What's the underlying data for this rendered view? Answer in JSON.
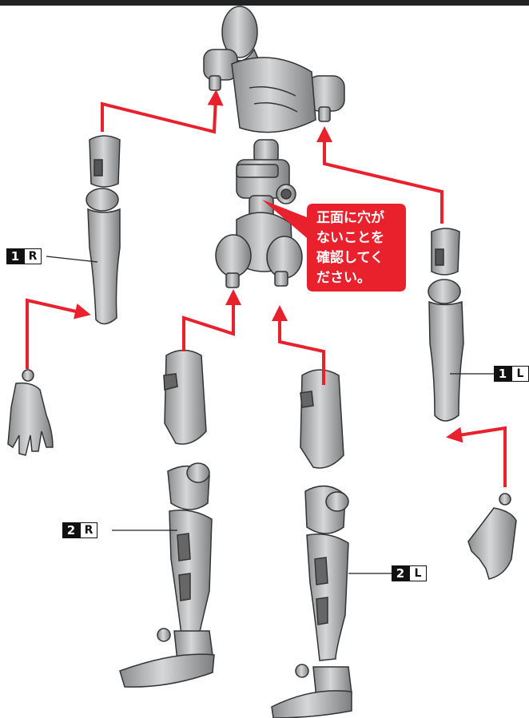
{
  "callout": {
    "line1": "正面に穴が",
    "line2": "ないことを",
    "line3": "確認してく",
    "line4": "ださい。"
  },
  "labels": [
    {
      "num": "1",
      "side": "R"
    },
    {
      "num": "1",
      "side": "L"
    },
    {
      "num": "2",
      "side": "R"
    },
    {
      "num": "2",
      "side": "L"
    }
  ],
  "colors": {
    "arrow": "#e8212d",
    "callout_bg": "#e8212d",
    "part_fill": "#a9abad",
    "label_bg": "#111111"
  }
}
